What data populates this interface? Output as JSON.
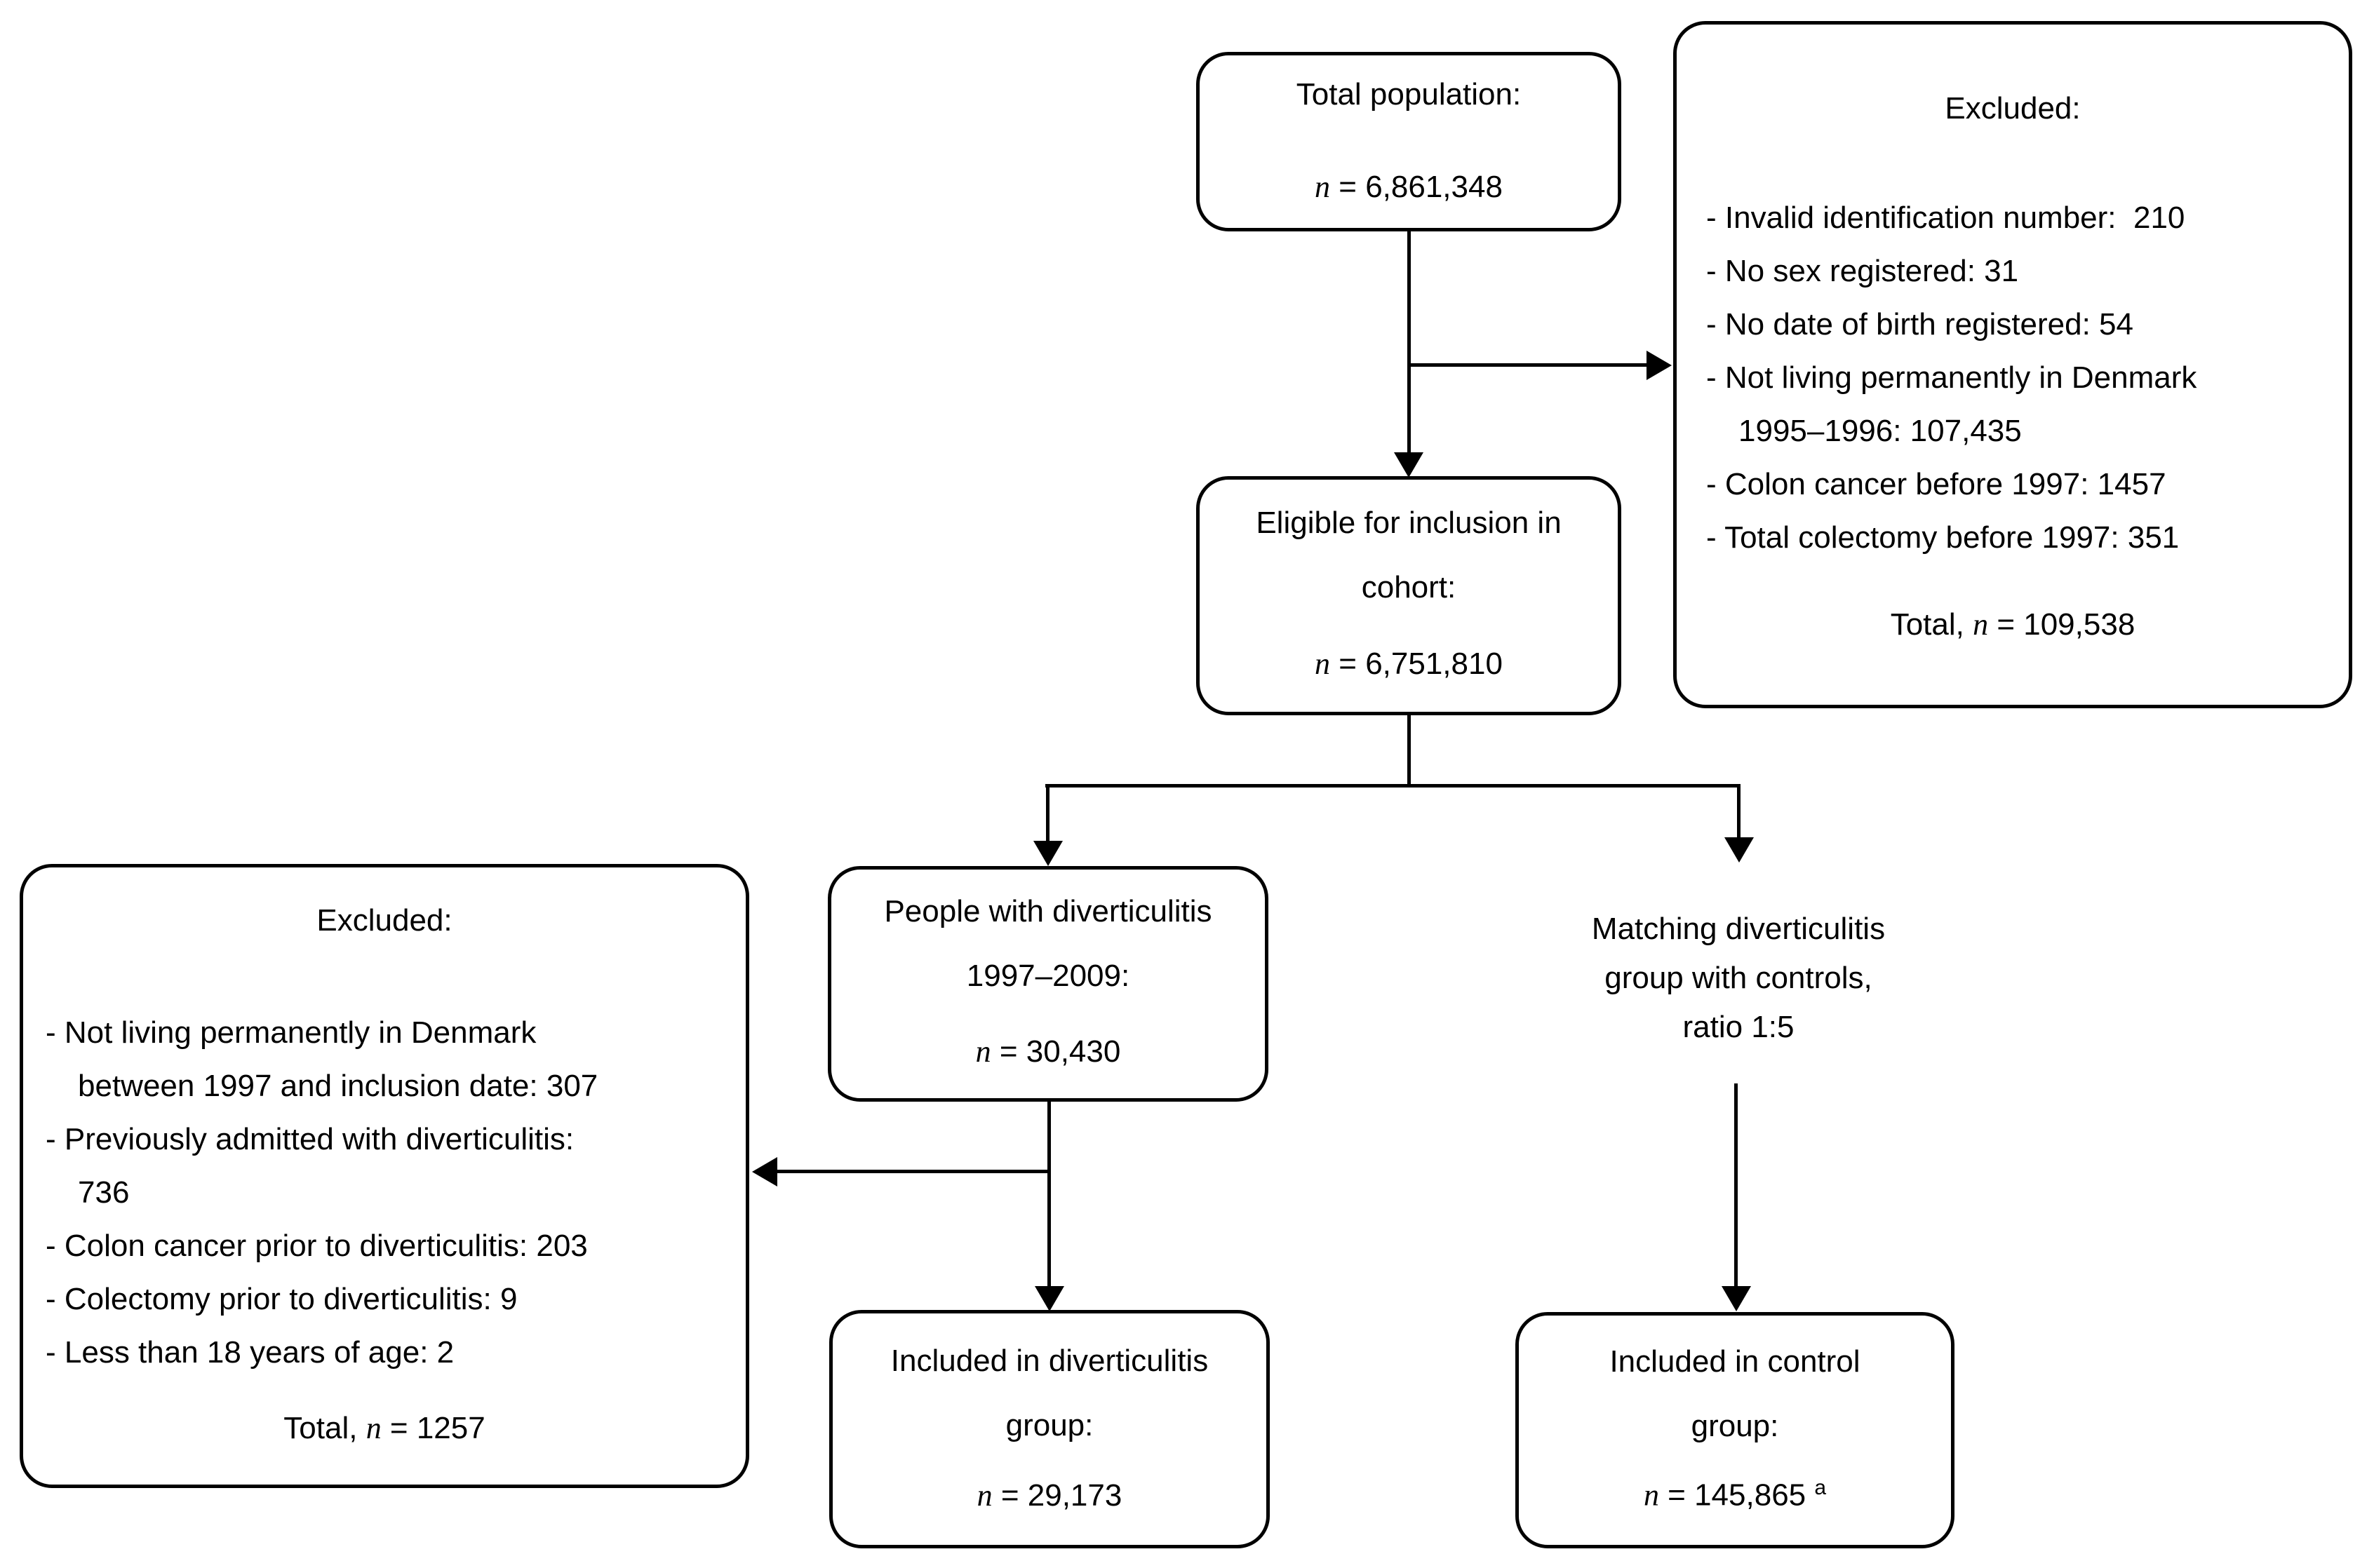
{
  "n_symbol": "n",
  "boxes": {
    "total_population": {
      "title": "Total population:",
      "n_value": " = 6,861,348"
    },
    "excluded_top": {
      "title": "Excluded:",
      "items": [
        "- Invalid identification number:  210",
        "- No sex registered: 31",
        "- No date of birth registered: 54",
        "- Not living permanently in Denmark\n1995–1996: 107,435",
        "- Colon cancer before 1997: 1457",
        "- Total colectomy before 1997: 351"
      ],
      "total_prefix": "Total,",
      "total_value": " = 109,538"
    },
    "eligible": {
      "title_line1": "Eligible for inclusion in",
      "title_line2": "cohort:",
      "n_value": " = 6,751,810"
    },
    "diverticulitis": {
      "title_line1": "People with diverticulitis",
      "title_line2": "1997–2009:",
      "n_value": " = 30,430"
    },
    "matching_note": {
      "line1": "Matching diverticulitis",
      "line2": "group with controls,",
      "line3": "ratio 1:5"
    },
    "excluded_left": {
      "title": "Excluded:",
      "items": [
        "- Not living permanently in Denmark\nbetween 1997 and inclusion date: 307",
        "- Previously admitted with diverticulitis:\n736",
        "- Colon cancer prior to diverticulitis: 203",
        "- Colectomy prior to diverticulitis: 9",
        "- Less than 18 years of age: 2"
      ],
      "total_prefix": "Total,",
      "total_value": " = 1257"
    },
    "included_diverticulitis": {
      "title_line1": "Included in diverticulitis",
      "title_line2": "group:",
      "n_value": " = 29,173"
    },
    "included_control": {
      "title_line1": "Included in control",
      "title_line2": "group:",
      "n_value": " = 145,865",
      "footnote_marker": "a"
    }
  }
}
